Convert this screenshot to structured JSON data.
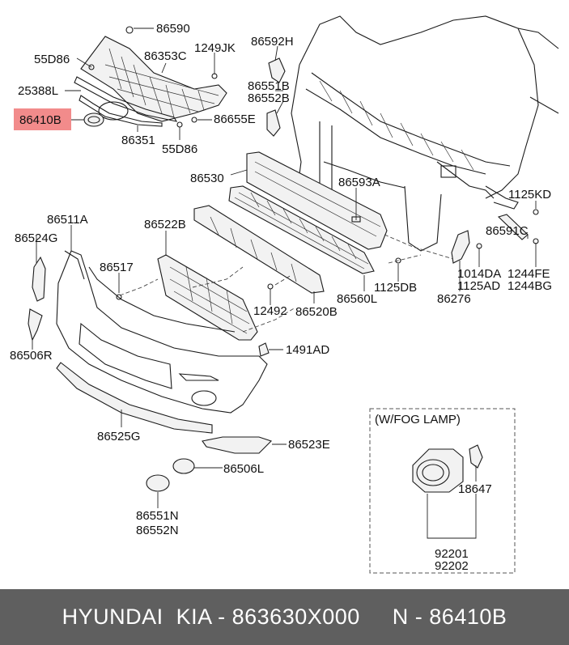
{
  "labels": [
    {
      "id": "86590",
      "text": "86590"
    },
    {
      "id": "55D86a",
      "text": "55D86"
    },
    {
      "id": "86353C",
      "text": "86353C"
    },
    {
      "id": "1249JK",
      "text": "1249JK"
    },
    {
      "id": "86592H",
      "text": "86592H"
    },
    {
      "id": "25388L",
      "text": "25388L"
    },
    {
      "id": "86551B",
      "text": "86551B"
    },
    {
      "id": "86552B",
      "text": "86552B"
    },
    {
      "id": "86410B",
      "text": "86410B"
    },
    {
      "id": "86655E",
      "text": "86655E"
    },
    {
      "id": "86351",
      "text": "86351"
    },
    {
      "id": "55D86b",
      "text": "55D86"
    },
    {
      "id": "86530",
      "text": "86530"
    },
    {
      "id": "86593A",
      "text": "86593A"
    },
    {
      "id": "1125KD",
      "text": "1125KD"
    },
    {
      "id": "86511A",
      "text": "86511A"
    },
    {
      "id": "86522B",
      "text": "86522B"
    },
    {
      "id": "86524G",
      "text": "86524G"
    },
    {
      "id": "86591C",
      "text": "86591C"
    },
    {
      "id": "86517",
      "text": "86517"
    },
    {
      "id": "1014DA",
      "text": "1014DA"
    },
    {
      "id": "1244FE",
      "text": "1244FE"
    },
    {
      "id": "1125DB",
      "text": "1125DB"
    },
    {
      "id": "1125AD",
      "text": "1125AD"
    },
    {
      "id": "1244BG",
      "text": "1244BG"
    },
    {
      "id": "12492",
      "text": "12492"
    },
    {
      "id": "86560L",
      "text": "86560L"
    },
    {
      "id": "86276",
      "text": "86276"
    },
    {
      "id": "86520B",
      "text": "86520B"
    },
    {
      "id": "86506R",
      "text": "86506R"
    },
    {
      "id": "1491AD",
      "text": "1491AD"
    },
    {
      "id": "86525G",
      "text": "86525G"
    },
    {
      "id": "86523E",
      "text": "86523E"
    },
    {
      "id": "86506L",
      "text": "86506L"
    },
    {
      "id": "86551N",
      "text": "86551N"
    },
    {
      "id": "86552N",
      "text": "86552N"
    },
    {
      "id": "fog_title",
      "text": "(W/FOG LAMP)"
    },
    {
      "id": "18647",
      "text": "18647"
    },
    {
      "id": "92201",
      "text": "92201"
    },
    {
      "id": "92202",
      "text": "92202"
    }
  ],
  "highlight": {
    "label": "86410B",
    "color": "#f28b8b"
  },
  "footer": {
    "text": "HYUNDAI  KIA - 863630X000     N - 86410B",
    "background": "#5f5f5f"
  }
}
